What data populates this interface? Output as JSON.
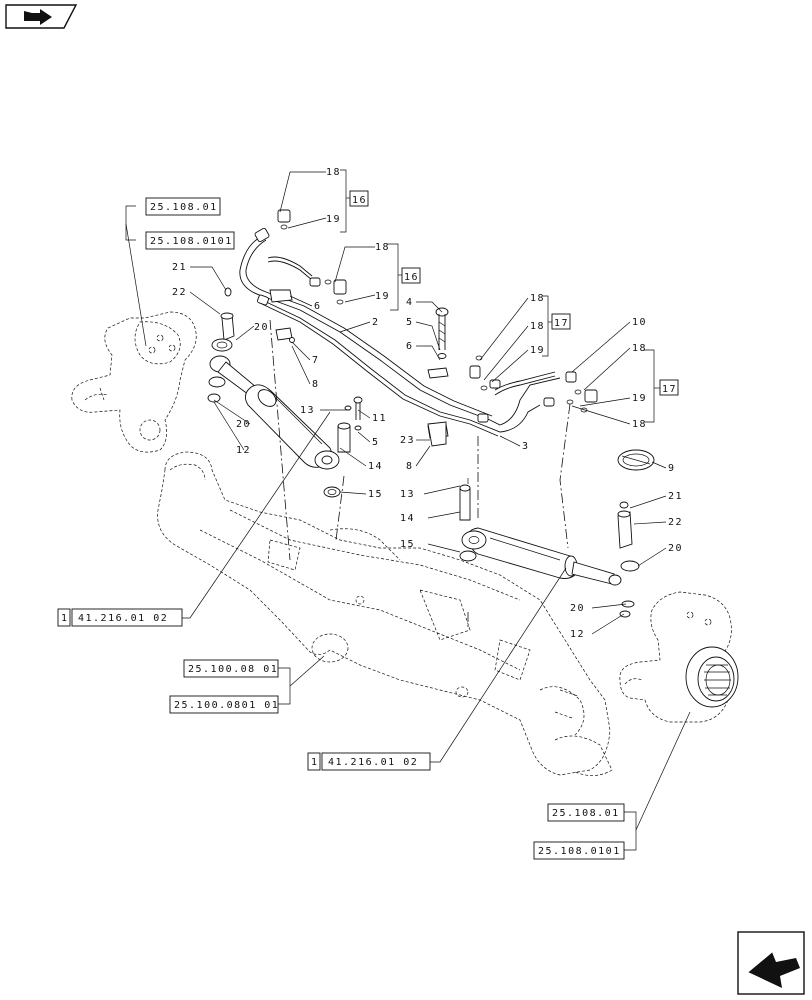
{
  "nav": {
    "prev_icon": "prev-page-arrow-icon",
    "next_icon": "next-page-arrow-icon"
  },
  "refs": {
    "r1": "25.108.01",
    "r2": "25.108.0101",
    "r3": "41.216.01 02",
    "r4": "25.100.08 01",
    "r5": "25.100.0801 01",
    "r6": "41.216.01 02",
    "r7": "25.108.01",
    "r8": "25.108.0101",
    "r3_prefix": "1",
    "r6_prefix": "1"
  },
  "groups": {
    "g16a": "16",
    "g16b": "16",
    "g17a": "17",
    "g17b": "17"
  },
  "callouts": {
    "c18a": "18",
    "c19a": "19",
    "c18b": "18",
    "c19b": "19",
    "c21": "21",
    "c22": "22",
    "c20": "20",
    "c6": "6",
    "c2": "2",
    "c4": "4",
    "c5": "5",
    "c6b": "6",
    "c7": "7",
    "c8": "8",
    "c20b": "20",
    "c12": "12",
    "c13": "13",
    "c11": "11",
    "c5b": "5",
    "c14": "14",
    "c15": "15",
    "c23": "23",
    "c8b": "8",
    "c3": "3",
    "c18c": "18",
    "c18d": "18",
    "c19c": "19",
    "c10": "10",
    "c18e": "18",
    "c19d": "19",
    "c18f": "18",
    "c9": "9",
    "c21b": "21",
    "c22b": "22",
    "c20c": "20",
    "c13b": "13",
    "c14b": "14",
    "c15b": "15",
    "c20d": "20",
    "c12b": "12"
  }
}
